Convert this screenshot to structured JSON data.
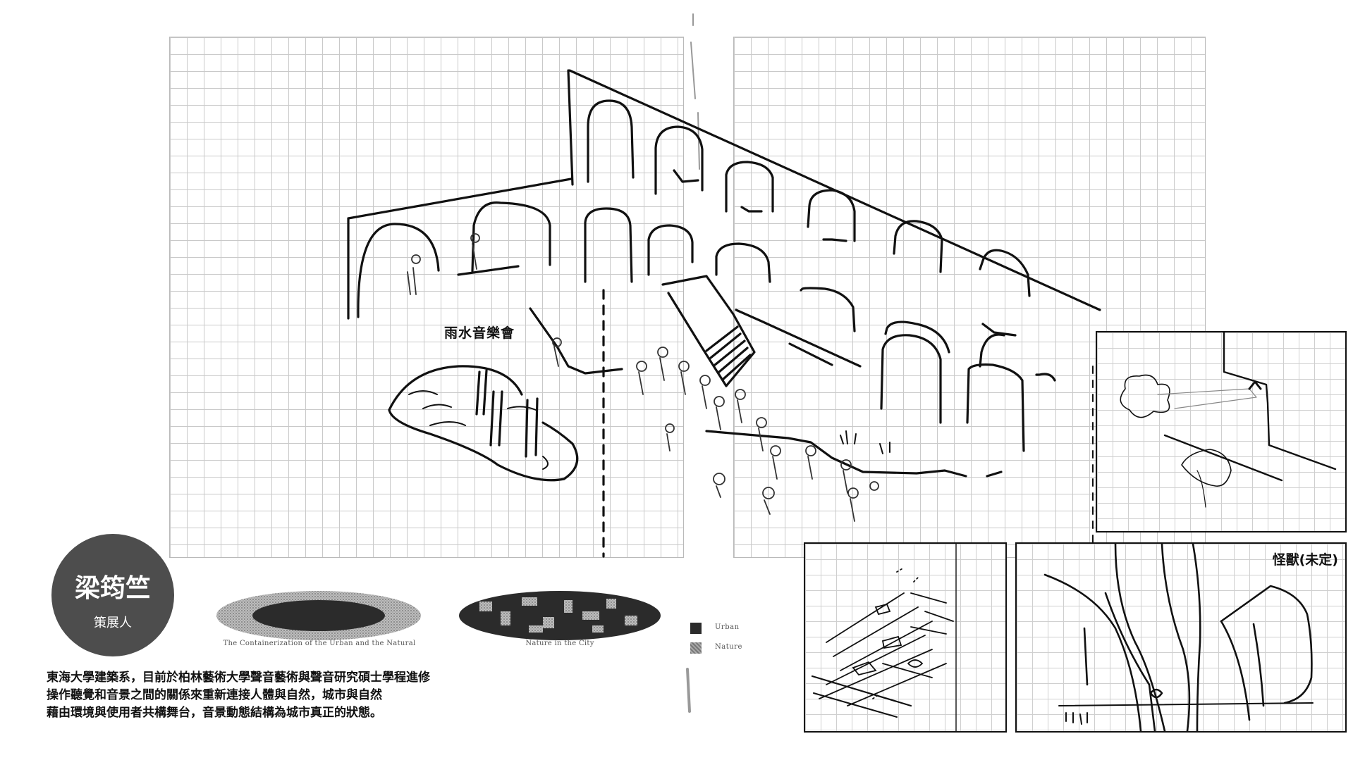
{
  "concert_label": "雨水音樂會",
  "monster_label": "怪獸(未定)",
  "curator": {
    "name": "梁筠竺",
    "role": "策展人"
  },
  "diagrams": {
    "urban_natural_caption": "The Containerization of the Urban and the Natural",
    "nature_city_caption": "Nature in the City"
  },
  "legend": {
    "urban": {
      "label": "Urban",
      "color": "#2b2b2b"
    },
    "nature": {
      "label": "Nature",
      "color": "#8a8a8a"
    }
  },
  "description": {
    "line1": "東海大學建築系，目前於柏林藝術大學聲音藝術與聲音研究碩士學程進修",
    "line2": "操作聽覺和音景之間的關係來重新連接人體與自然，城市與自然",
    "line3": "藉由環境與使用者共構舞台，音景動態結構為城市真正的狀態。"
  }
}
